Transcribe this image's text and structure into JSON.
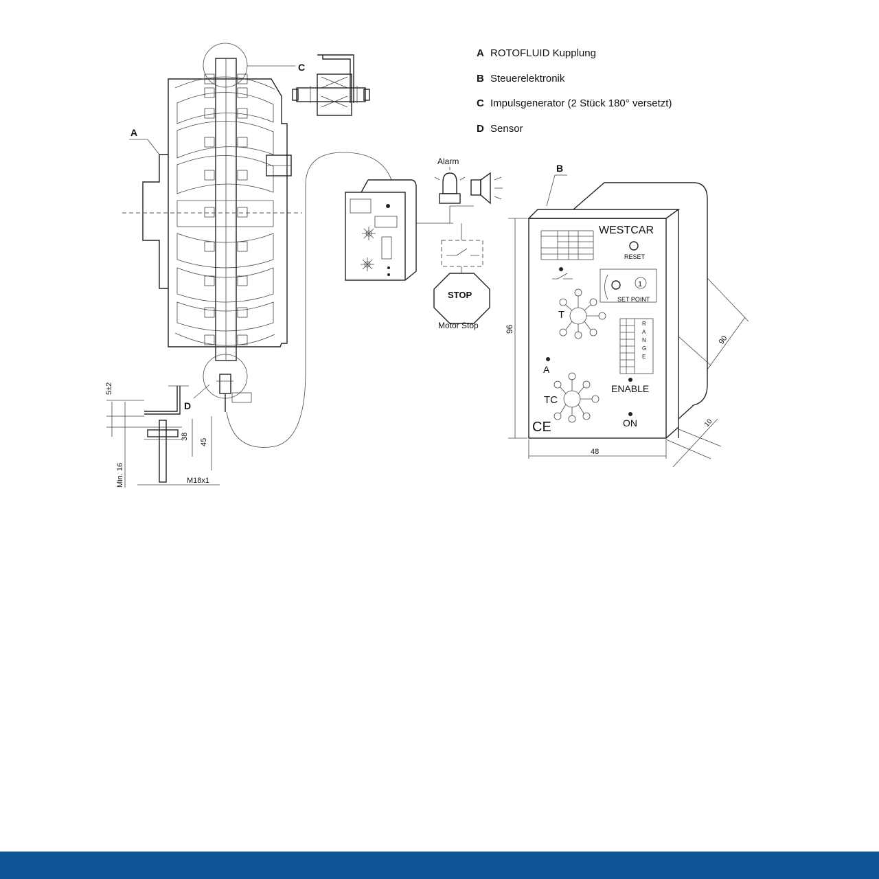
{
  "legend": [
    {
      "key": "A",
      "text": "ROTOFLUID Kupplung"
    },
    {
      "key": "B",
      "text": "Steuerelektronik"
    },
    {
      "key": "C",
      "text": "Impulsgenerator (2 Stück 180° versetzt)"
    },
    {
      "key": "D",
      "text": "Sensor"
    }
  ],
  "callouts": {
    "a": "A",
    "b": "B",
    "c": "C",
    "d": "D"
  },
  "alarm_label": "Alarm",
  "stop_sign": {
    "text": "STOP",
    "caption": "Motor Stop"
  },
  "controller": {
    "brand": "WESTCAR",
    "reset_label": "RESET",
    "setpoint_label": "SET POINT",
    "setpoint_number": "1",
    "t_label": "T",
    "a_label": "A",
    "tc_label": "TC",
    "enable_label": "ENABLE",
    "on_label": "ON",
    "ce_mark": "CE",
    "range_letters": [
      "R",
      "A",
      "N",
      "G",
      "E"
    ]
  },
  "dimensions": {
    "height": "96",
    "width": "48",
    "depth": "90",
    "front": "10",
    "gap": "5±2",
    "d38": "38",
    "d45": "45",
    "min16": "Min. 16",
    "thread": "M18x1"
  },
  "colors": {
    "footer": "#0E5596",
    "line": "#222222"
  }
}
